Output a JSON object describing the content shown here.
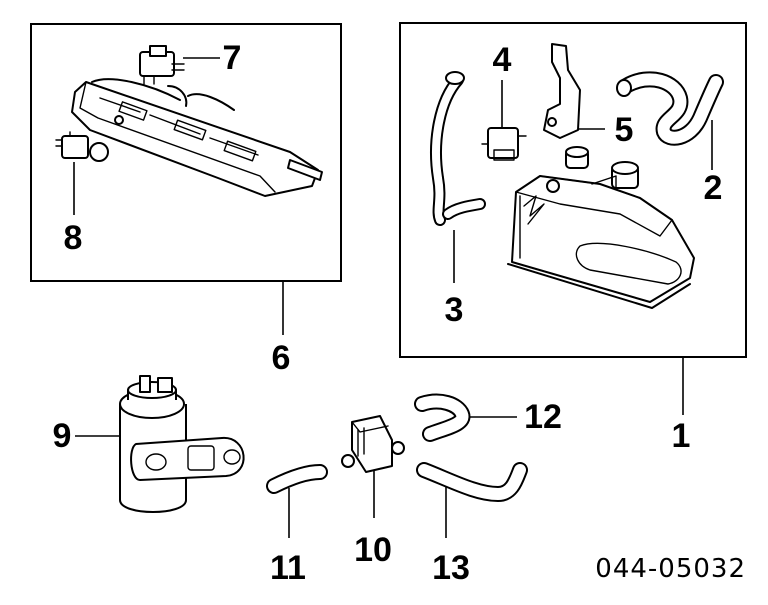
{
  "diagram": {
    "callouts": [
      "1",
      "2",
      "3",
      "4",
      "5",
      "6",
      "7",
      "8",
      "9",
      "10",
      "11",
      "12",
      "13"
    ],
    "part_code": "044-05032"
  }
}
